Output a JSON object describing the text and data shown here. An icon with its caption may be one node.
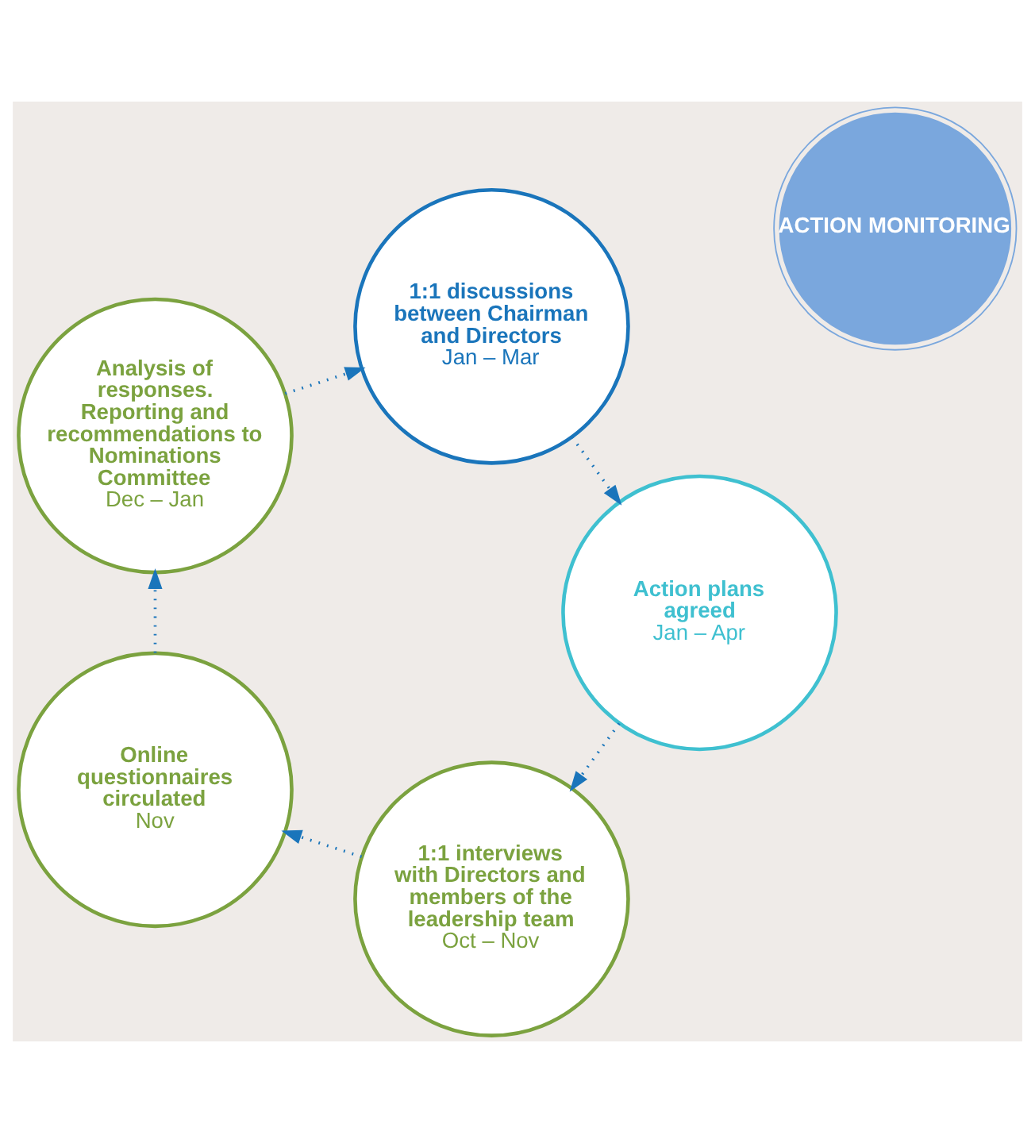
{
  "diagram": {
    "nodes": [
      {
        "text": [
          "1:1 interviews with Directors and members of the leadership team",
          "Oct – Nov"
        ]
      },
      {
        "text": [
          "Online questionnaires circulated",
          "Nov"
        ]
      },
      {
        "text": [
          "Analysis of responses. Reporting and recommendations to Nominations Committee",
          "Dec – Jan"
        ]
      },
      {
        "text": [
          "1:1 discussions between Chairman and Directors",
          "Jan – Mar"
        ]
      },
      {
        "text": [
          "Action plans agreed",
          "Jan – Apr"
        ]
      },
      {
        "text": [
          "ACTION MONITORING"
        ]
      }
    ],
    "edges": [
      {
        "from": 0,
        "to": 1,
        "arrow": "to"
      },
      {
        "from": 1,
        "to": 2,
        "arrow": "to"
      },
      {
        "from": 2,
        "to": 3,
        "arrow": "to"
      },
      {
        "from": 3,
        "to": 4,
        "arrow": "to"
      },
      {
        "from": 4,
        "to": 0,
        "arrow": "to"
      }
    ]
  }
}
